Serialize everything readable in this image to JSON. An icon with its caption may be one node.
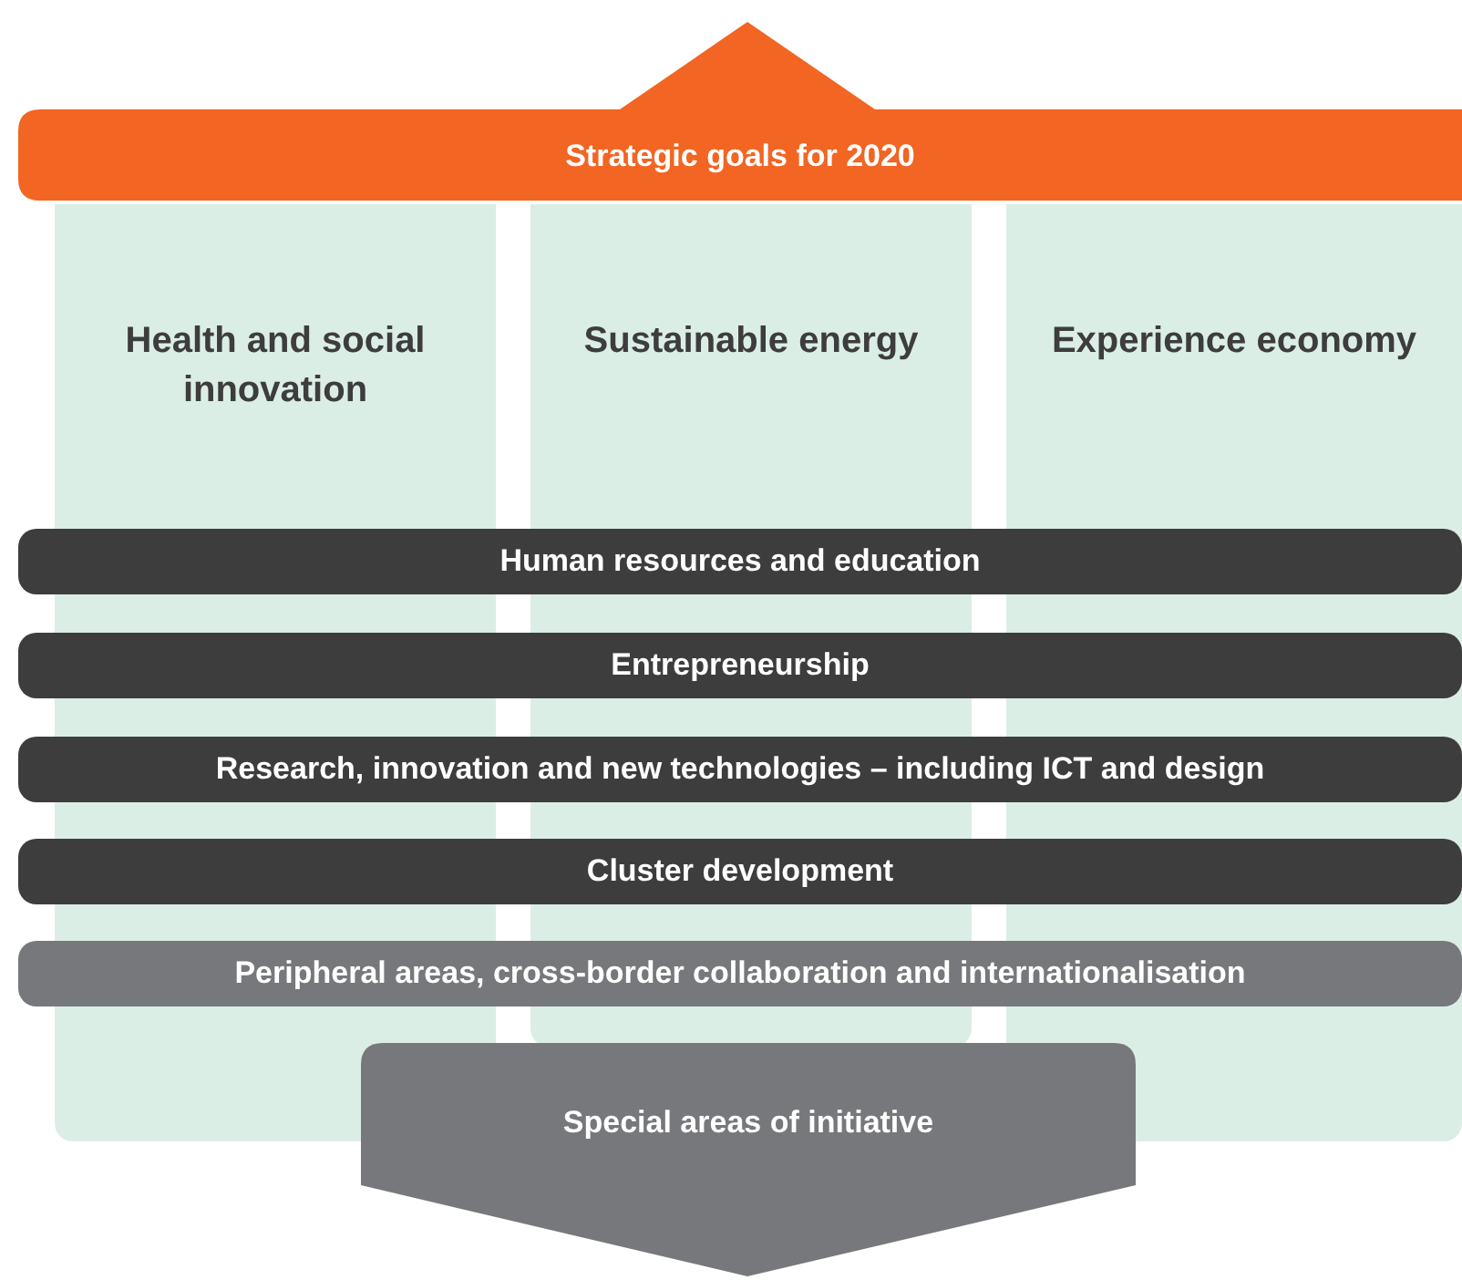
{
  "diagram": {
    "nodes": [
      {
        "text": [
          "Strategic goals for 2020"
        ]
      },
      {
        "text": [
          "Health and social innovation"
        ]
      },
      {
        "text": [
          "Sustainable energy"
        ]
      },
      {
        "text": [
          "Experience economy"
        ]
      },
      {
        "text": [
          "Human resources and education"
        ]
      },
      {
        "text": [
          "Entrepreneurship"
        ]
      },
      {
        "text": [
          "Research, innovation and new technologies – including ICT and design"
        ]
      },
      {
        "text": [
          "Cluster development"
        ]
      },
      {
        "text": [
          "Peripheral areas, cross-border collaboration and internationalisation"
        ]
      },
      {
        "text": [
          "Special areas of initiative"
        ]
      }
    ],
    "edges": []
  }
}
